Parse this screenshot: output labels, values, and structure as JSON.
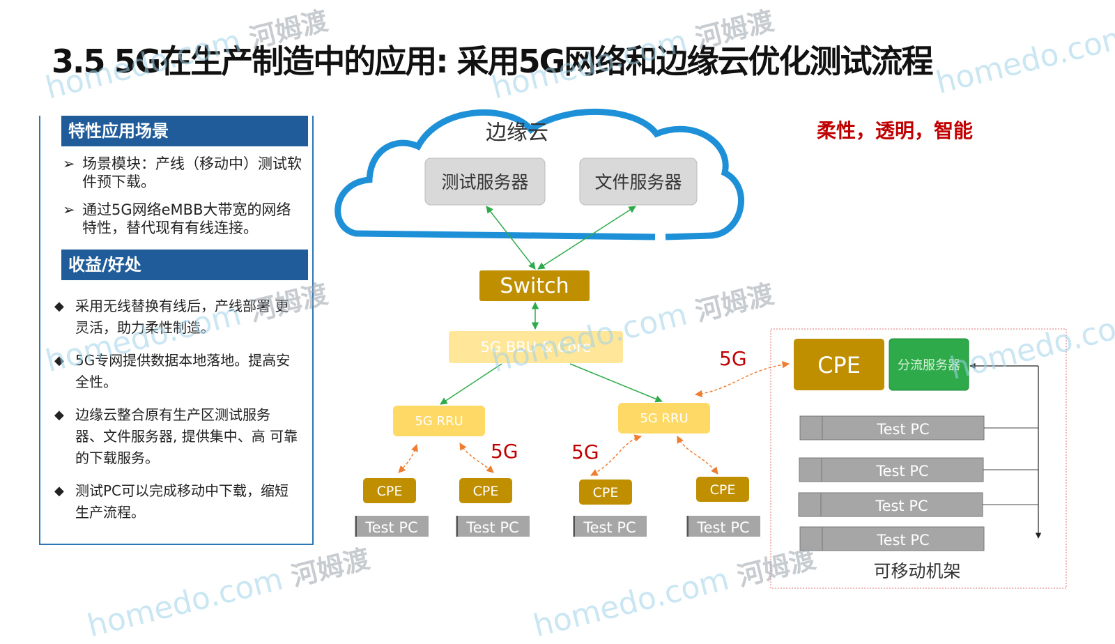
{
  "slide": {
    "title": "3.5 5G在生产制造中的应用: 采用5G网络和边缘云优化测试流程",
    "slogan": "柔性，透明，智能"
  },
  "left_panel": {
    "section1_title": "特性应用场景",
    "section1_items": [
      "场景模块：产线（移动中）测试软件预下载。",
      "通过5G网络eMBB大带宽的网络特性，替代现有有线连接。"
    ],
    "section2_title": "收益/好处",
    "section2_items": [
      "采用无线替换有线后，产线部署 更灵活，助力柔性制造。",
      "5G专网提供数据本地落地。提高安全性。",
      "边缘云整合原有生产区测试服务 器、文件服务器, 提供集中、高 可靠的下载服务。",
      "测试PC可以完成移动中下载，缩短生产流程。"
    ]
  },
  "diagram": {
    "cloud_label": "边缘云",
    "test_server": "测试服务器",
    "file_server": "文件服务器",
    "switch": "Switch",
    "bbu": "5G BBU & Core",
    "rru_left": "5G RRU",
    "rru_right": "5G RRU",
    "label_5g": "5G",
    "cpe": "CPE",
    "test_pc": "Test PC",
    "rack_cpe": "CPE",
    "rack_server": "分流服务器",
    "rack_label": "可移动机架"
  },
  "watermark": {
    "text": "homedo.com",
    "cn": "河姆渡"
  },
  "colors": {
    "cloud": "#1e90d8",
    "switch": "#bf8f00",
    "bbu": "#ffe699",
    "rru": "#ffd966",
    "server": "#d9d9d9",
    "splitter": "#2eaa4a",
    "heading": "#1f5c99",
    "accent_red": "#c00000",
    "link_green": "#2eaa4a",
    "link_orange": "#ed7d31"
  }
}
